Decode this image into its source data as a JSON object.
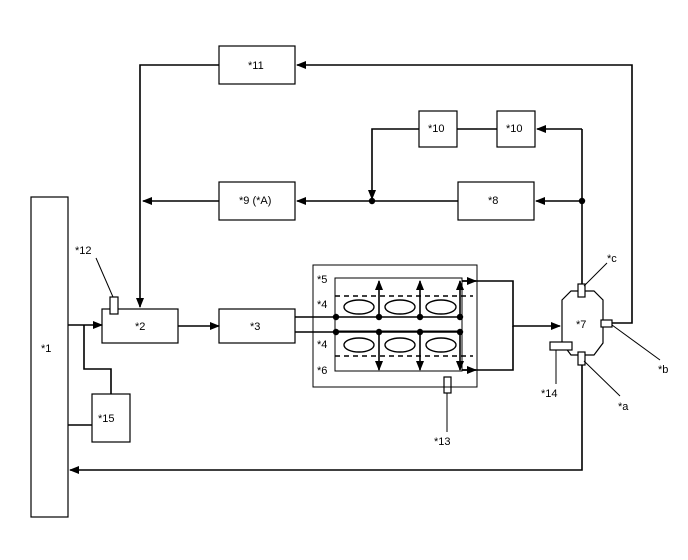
{
  "labels": {
    "l1": "*1",
    "l2": "*2",
    "l3": "*3",
    "l4a": "*4",
    "l4b": "*4",
    "l5": "*5",
    "l6": "*6",
    "l7": "*7",
    "l8": "*8",
    "l9": "*9 (*A)",
    "l10a": "*10",
    "l10b": "*10",
    "l11": "*11",
    "l12": "*12",
    "l13": "*13",
    "l14": "*14",
    "l15": "*15",
    "la": "*a",
    "lb": "*b",
    "lc": "*c"
  },
  "colors": {
    "line": "#000000",
    "background": "#ffffff"
  }
}
